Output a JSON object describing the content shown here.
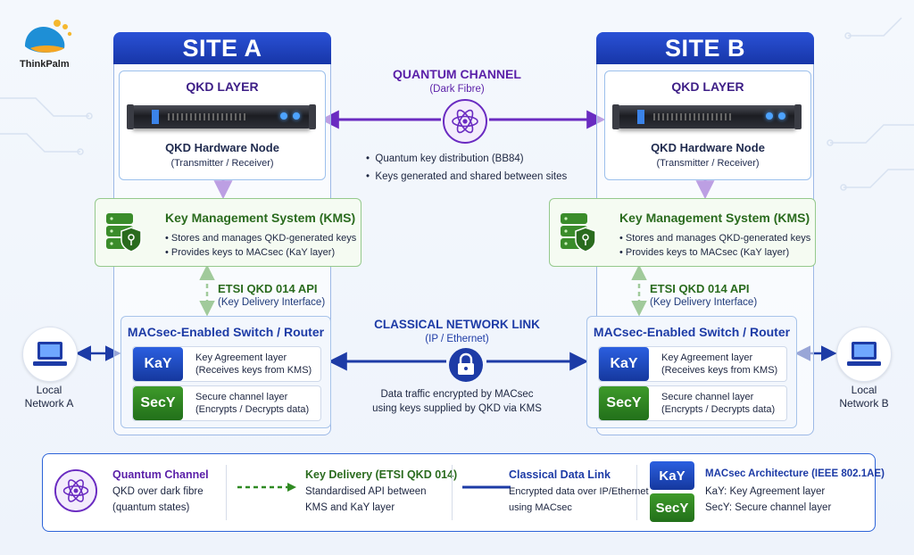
{
  "brand": {
    "name": "ThinkPalm"
  },
  "site_a": {
    "title": "SITE A",
    "qkd_layer": "QKD LAYER",
    "qkd_node": "QKD Hardware Node",
    "qkd_node_sub": "(Transmitter / Receiver)",
    "kms_title": "Key Management System (KMS)",
    "kms_bullets": [
      "Stores and manages QKD-generated keys",
      "Provides keys to MACsec (KaY layer)"
    ],
    "etsi_title": "ETSI QKD 014 API",
    "etsi_sub": "(Key Delivery Interface)",
    "macsec_title": "MACsec-Enabled Switch / Router",
    "kay_tag": "KaY",
    "kay_l1": "Key Agreement layer",
    "kay_l2": "(Receives keys from KMS)",
    "secy_tag": "SecY",
    "secy_l1": "Secure channel layer",
    "secy_l2": "(Encrypts / Decrypts data)",
    "local_network": [
      "Local",
      "Network A"
    ]
  },
  "site_b": {
    "title": "SITE B",
    "qkd_layer": "QKD LAYER",
    "qkd_node": "QKD Hardware Node",
    "qkd_node_sub": "(Transmitter / Receiver)",
    "kms_title": "Key Management System (KMS)",
    "kms_bullets": [
      "Stores and manages QKD-generated keys",
      "Provides keys to MACsec (KaY layer)"
    ],
    "etsi_title": "ETSI QKD 014 API",
    "etsi_sub": "(Key Delivery Interface)",
    "macsec_title": "MACsec-Enabled Switch / Router",
    "kay_tag": "KaY",
    "kay_l1": "Key Agreement layer",
    "kay_l2": "(Receives keys from KMS)",
    "secy_tag": "SecY",
    "secy_l1": "Secure channel layer",
    "secy_l2": "(Encrypts / Decrypts data)",
    "local_network": [
      "Local",
      "Network B"
    ]
  },
  "quantum_channel": {
    "title": "QUANTUM CHANNEL",
    "sub": "(Dark Fibre)",
    "bullets": [
      "Quantum key distribution (BB84)",
      "Keys generated and shared between sites"
    ]
  },
  "classical_link": {
    "title": "CLASSICAL NETWORK LINK",
    "sub": "(IP / Ethernet)",
    "note": [
      "Data traffic encrypted by MACsec",
      "using keys supplied by QKD via KMS"
    ]
  },
  "legend": {
    "quantum": {
      "title": "Quantum Channel",
      "lines": [
        "QKD over dark fibre",
        "(quantum states)"
      ]
    },
    "key_delivery": {
      "title": "Key Delivery (ETSI QKD 014)",
      "lines": [
        "Standardised API between",
        "KMS and KaY layer"
      ]
    },
    "classical": {
      "title": "Classical Data Link",
      "lines": [
        "Encrypted data over IP/Ethernet",
        "using MACsec"
      ]
    },
    "macsec": {
      "title": "MACsec Architecture (IEEE 802.1AE)",
      "kay_tag": "KaY",
      "secy_tag": "SecY",
      "lines": [
        "KaY: Key Agreement layer",
        "SecY: Secure channel layer"
      ]
    }
  },
  "colors": {
    "site_header": "#1f43c2",
    "quantum": "#6a2bc1",
    "kms": "#2f8a22",
    "classical": "#1d3ba6"
  }
}
